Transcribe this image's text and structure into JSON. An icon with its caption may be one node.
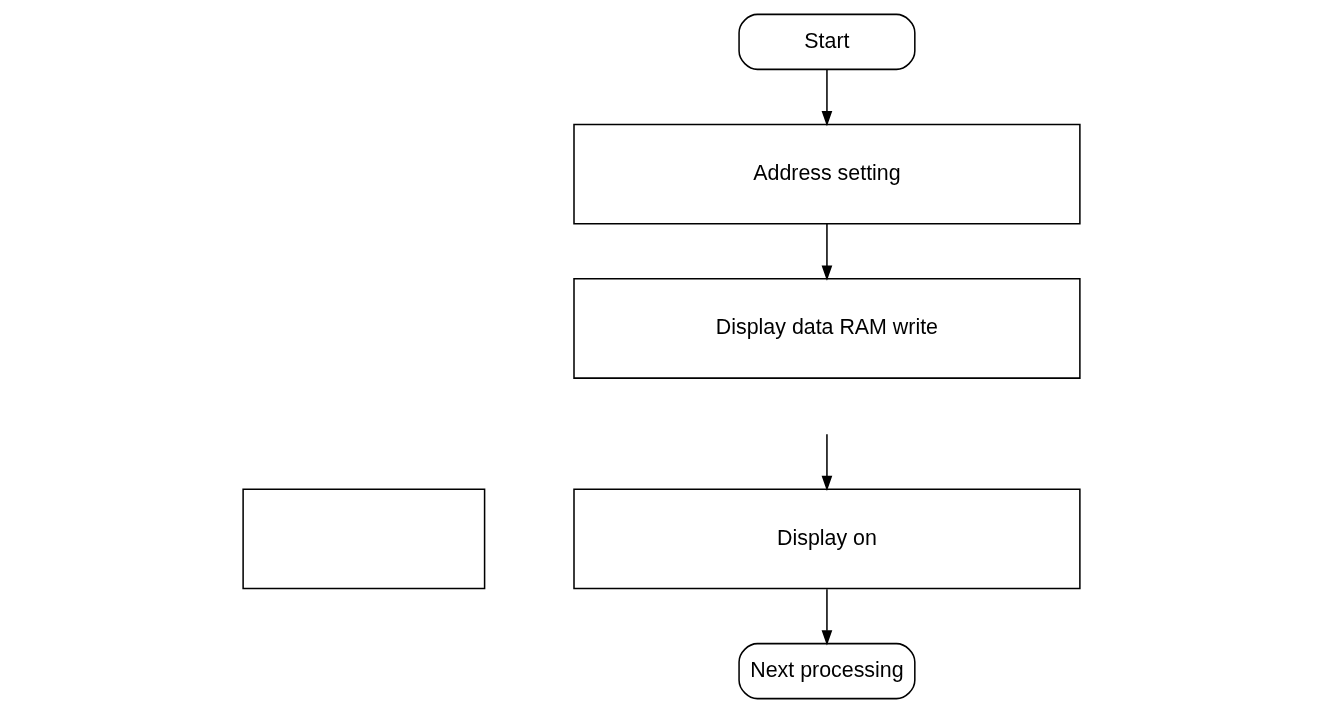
{
  "diagram": {
    "nodes": [
      {
        "text": [
          "Start"
        ]
      },
      {
        "text": [
          "Address setting"
        ]
      },
      {
        "text": [
          "Display data RAM write"
        ]
      },
      {
        "text": [],
        "shape": "box"
      },
      {
        "text": [
          "Display on"
        ]
      },
      {
        "text": [
          "Next processing"
        ]
      }
    ],
    "edges": [
      {
        "from": 0,
        "to": 1,
        "arrow": "to"
      },
      {
        "from": 1,
        "to": 2,
        "arrow": "to"
      },
      {
        "from": null,
        "to": 4,
        "arrow": "to"
      },
      {
        "from": 4,
        "to": 5,
        "arrow": "to"
      }
    ]
  }
}
